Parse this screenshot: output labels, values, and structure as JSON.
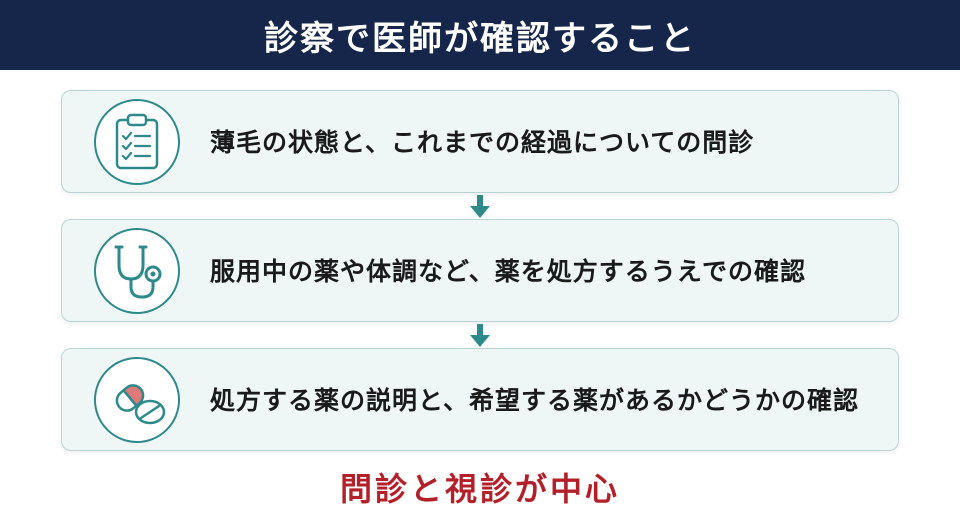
{
  "header": {
    "title": "診察で医師が確認すること"
  },
  "steps": [
    {
      "text": "薄毛の状態と、これまでの経過についての問診",
      "icon": "clipboard-checklist-icon"
    },
    {
      "text": "服用中の薬や体調など、薬を処方するうえでの確認",
      "icon": "stethoscope-icon"
    },
    {
      "text": "処方する薬の説明と、希望する薬があるかどうかの確認",
      "icon": "medicine-pills-icon"
    }
  ],
  "footer": {
    "text": "問診と視診が中心"
  },
  "colors": {
    "header_bg": "#16264a",
    "accent_teal": "#2e8a8a",
    "box_bg": "#eef6f6",
    "emphasis_red": "#b3202a",
    "pill_red": "#e07a7a"
  }
}
